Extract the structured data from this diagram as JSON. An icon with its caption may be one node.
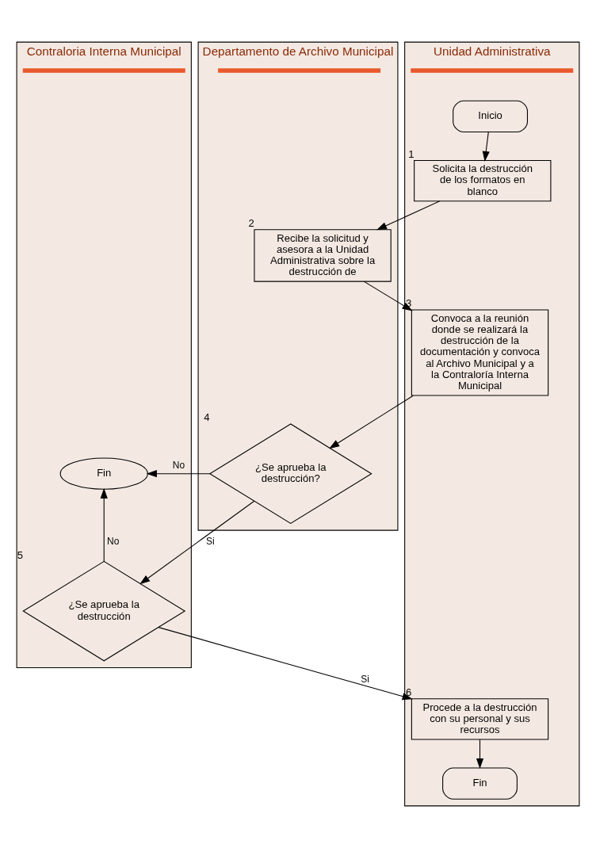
{
  "diagram": {
    "nodes": [
      {
        "text": [
          "Unidad Administrativa"
        ]
      },
      {
        "text": [
          "Departamento de Archivo Municipal"
        ]
      },
      {
        "text": [
          "Contraloria Interna Municipal"
        ]
      },
      {
        "text": [
          "Inicio"
        ],
        "in": 0
      },
      {
        "text": [
          "Solicita la destrucción de los formatos en blanco"
        ],
        "in": 0,
        "beside": [
          "1"
        ]
      },
      {
        "text": [
          "Recibe la solicitud y asesora a la Unidad Administrativa sobre la destrucción de"
        ],
        "in": 1,
        "beside": [
          "2"
        ]
      },
      {
        "text": [
          "Convoca a la reunión donde se realizará la destrucción de la documentación y convoca al Archivo Municipal y a la Contraloría Interna Municipal"
        ],
        "in": 0,
        "beside": [
          "3"
        ]
      },
      {
        "text": [
          "¿Se aprueba la destrucción?"
        ],
        "in": 1,
        "beside": [
          "4"
        ]
      },
      {
        "text": [
          "Fin"
        ],
        "in": 2
      },
      {
        "text": [
          "¿Se aprueba la destrucción"
        ],
        "in": 2,
        "beside": [
          "5"
        ]
      },
      {
        "text": [
          "Procede a la destrucción con su personal y sus recursos"
        ],
        "in": 0,
        "beside": [
          "6"
        ]
      },
      {
        "text": [
          "Fin"
        ],
        "in": 0
      }
    ],
    "edges": [
      {
        "from": 3,
        "to": 4,
        "arrow": "to"
      },
      {
        "from": 4,
        "to": 5,
        "arrow": "to"
      },
      {
        "from": 5,
        "to": 6,
        "arrow": "to"
      },
      {
        "from": 6,
        "to": 7,
        "arrow": "to"
      },
      {
        "from": 7,
        "to": 8,
        "arrow": "to",
        "label": "No"
      },
      {
        "from": 7,
        "to": 9,
        "arrow": "to",
        "label": "Si"
      },
      {
        "from": 9,
        "to": 8,
        "arrow": "to",
        "label": "No"
      },
      {
        "from": 9,
        "to": 10,
        "arrow": "to",
        "label": "Si"
      },
      {
        "from": 10,
        "to": 11,
        "arrow": "to"
      }
    ]
  }
}
